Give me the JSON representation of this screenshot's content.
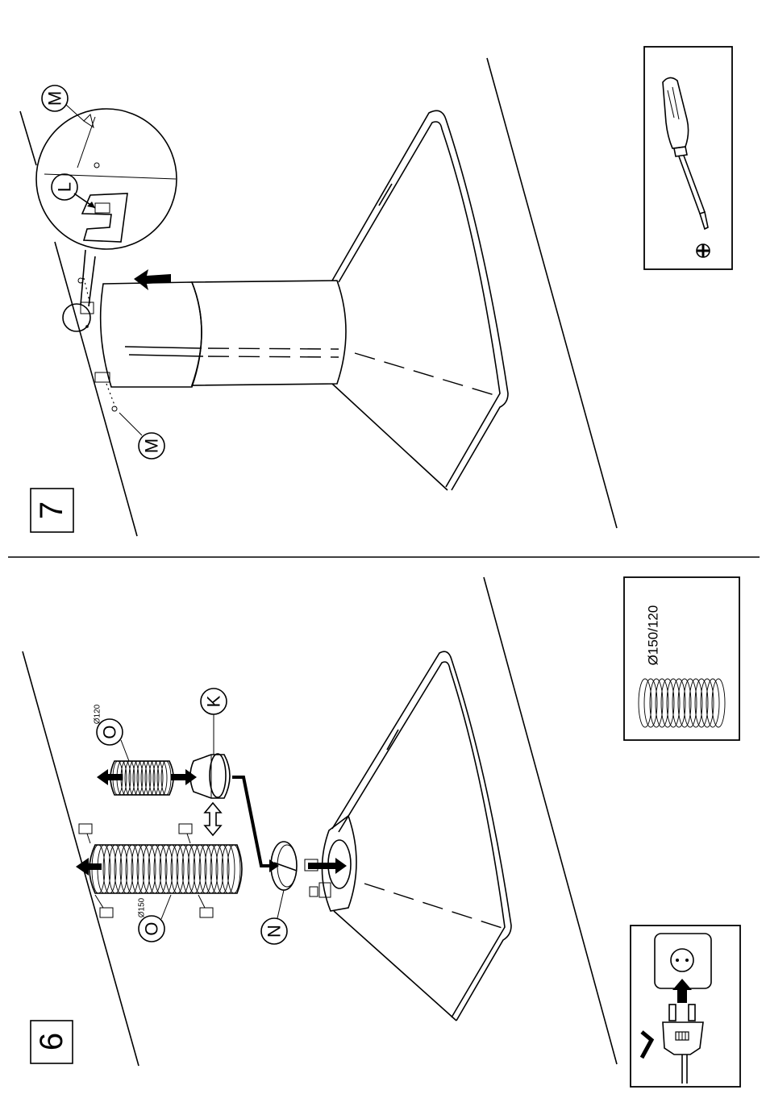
{
  "steps": [
    {
      "number": "7"
    },
    {
      "number": "6"
    }
  ],
  "callouts": {
    "m_top": "M",
    "l": "L",
    "m_bottom": "M",
    "o_150": "O",
    "o_120": "O",
    "k": "K",
    "n": "N"
  },
  "diameters": {
    "o150": "Ø150",
    "o120": "Ø120",
    "hose_box": "Ø150/120"
  },
  "icons": {
    "tool": "phillips-screwdriver-icon",
    "tool_tip": "phillips-head-icon",
    "plug": "power-plug-icon",
    "socket": "wall-socket-icon",
    "check": "checkmark-icon",
    "hose": "flexible-hose-icon"
  },
  "colors": {
    "ink": "#000000",
    "paper": "#ffffff"
  }
}
